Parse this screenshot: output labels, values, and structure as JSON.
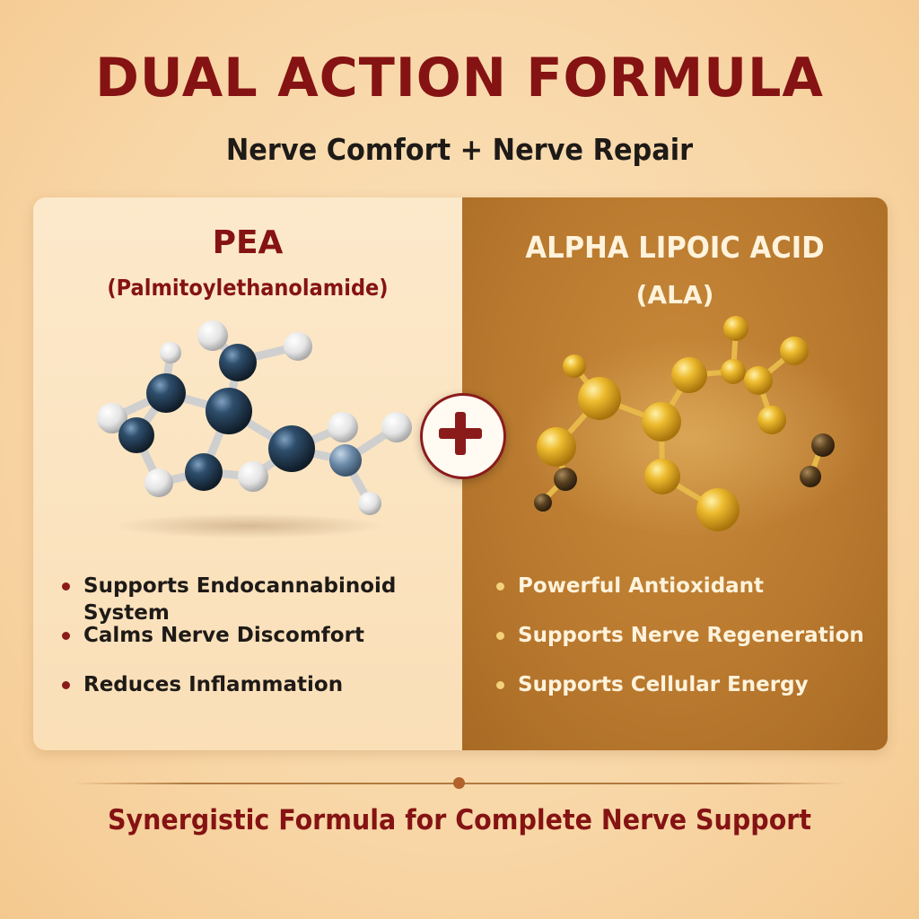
{
  "header": {
    "title": "DUAL ACTION FORMULA",
    "subtitle": "Nerve Comfort + Nerve Repair"
  },
  "left_panel": {
    "name": "PEA",
    "full_name": "(Palmitoylethanolamide)",
    "molecule_icon": "pea-molecule-icon",
    "benefits": [
      "Supports Endocannabinoid System",
      "Calms Nerve Discomfort",
      "Reduces Inflammation"
    ]
  },
  "right_panel": {
    "name": "ALPHA LIPOIC ACID",
    "abbreviation": "(ALA)",
    "molecule_icon": "ala-molecule-icon",
    "benefits": [
      "Powerful Antioxidant",
      "Supports Nerve Regeneration",
      "Supports Cellular Energy"
    ]
  },
  "combine_icon": "plus-icon",
  "tagline": "Synergistic Formula for Complete Nerve Support",
  "colors": {
    "title": "#851313",
    "left_panel_bg": "#fbe3c0",
    "right_panel_bg": "#b8782e",
    "pea_atom": "#1f3b55",
    "ala_atom": "#e3ad22"
  }
}
